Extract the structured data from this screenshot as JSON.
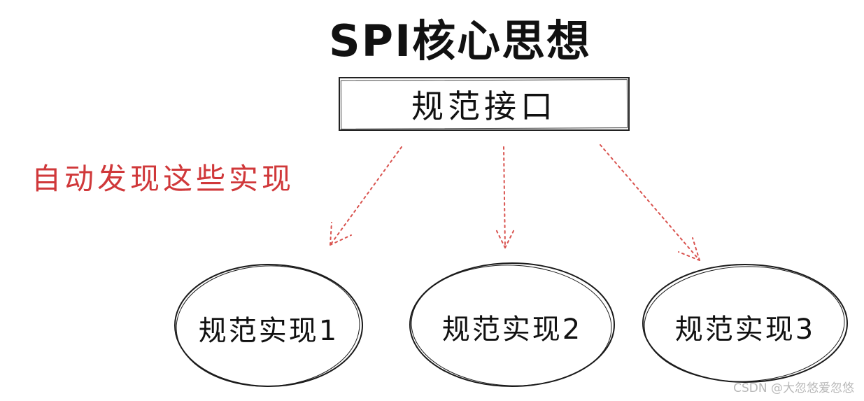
{
  "title": "SPI核心思想",
  "interface_box": {
    "label": "规范接口"
  },
  "annotation": {
    "text": "自动发现这些实现",
    "color": "#d0383a"
  },
  "implementations": [
    {
      "label": "规范实现1"
    },
    {
      "label": "规范实现2"
    },
    {
      "label": "规范实现3"
    }
  ],
  "arrow_style": {
    "color": "#d9534f",
    "line": "dotted"
  },
  "watermark": "CSDN @大忽悠爱忽悠"
}
